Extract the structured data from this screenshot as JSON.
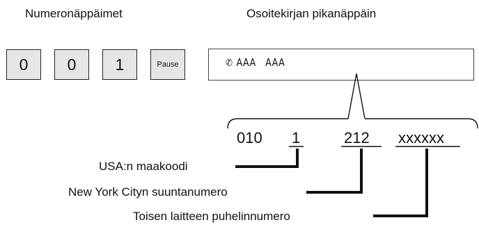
{
  "headings": {
    "numeric_keys": "Numeronäppäimet",
    "address_book_key": "Osoitekirjan pikanäppäin"
  },
  "keypad": {
    "keys": [
      "0",
      "0",
      "1",
      "Pause"
    ]
  },
  "address_book_entry": {
    "icon": "phone-icon",
    "text": "AAA   AAA"
  },
  "number_parts": {
    "prefix": "010",
    "country_code": "1",
    "area_code": "212",
    "remote_number": "xxxxxx"
  },
  "captions": {
    "country_code": "USA:n maakoodi",
    "area_code": "New York Cityn suuntanumero",
    "remote_number": "Toisen laitteen puhelinnumero"
  }
}
